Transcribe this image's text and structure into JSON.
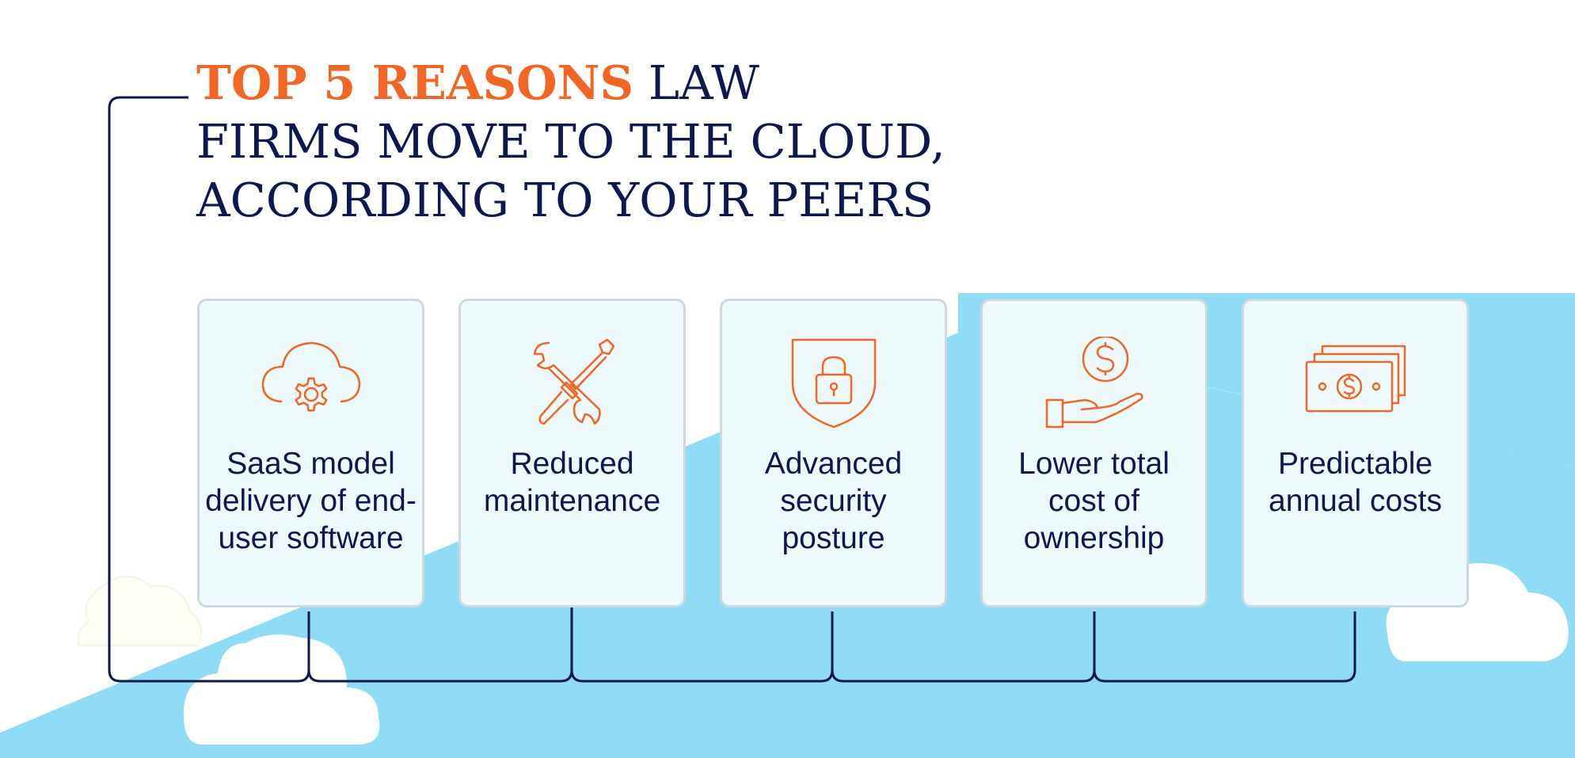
{
  "title": {
    "accent": "TOP 5 REASONS",
    "line1_rest": " LAW",
    "line2": "FIRMS MOVE TO THE CLOUD,",
    "line3": "ACCORDING TO YOUR PEERS"
  },
  "colors": {
    "accent": "#f26522",
    "navy": "#0d1850",
    "sky": "#8fdcf7",
    "card_bg": "#eef9fc",
    "card_border": "#cfd8de"
  },
  "reasons": [
    {
      "icon": "cloud-gear-icon",
      "label": "SaaS model delivery of end-user software"
    },
    {
      "icon": "wrench-screwdriver-icon",
      "label": "Reduced maintenance"
    },
    {
      "icon": "shield-lock-icon",
      "label": "Advanced security posture"
    },
    {
      "icon": "hand-coin-icon",
      "label": "Lower total cost of ownership"
    },
    {
      "icon": "banknotes-icon",
      "label": "Predictable annual costs"
    }
  ]
}
